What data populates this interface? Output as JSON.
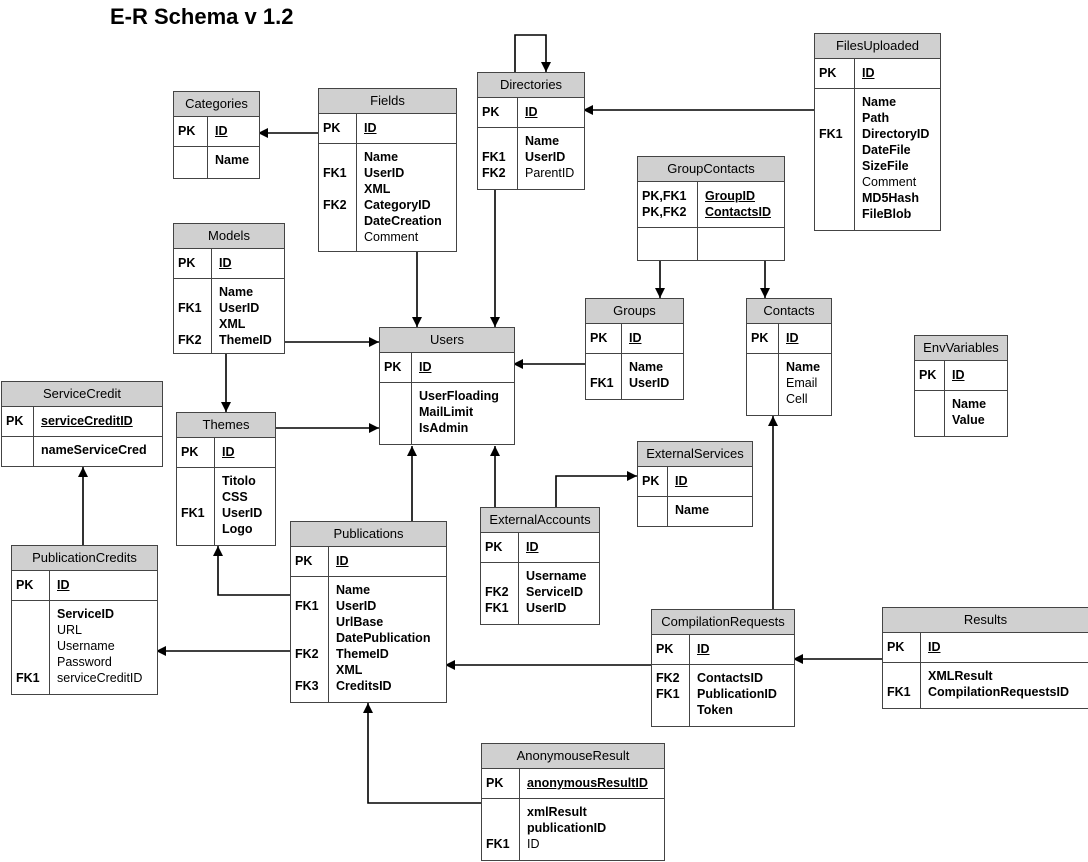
{
  "title": "E-R Schema v 1.2",
  "entities": {
    "categories": {
      "name": "Categories",
      "pk": [
        {
          "key": "PK",
          "attr": "ID"
        }
      ],
      "fields": [
        {
          "key": "",
          "attr": "Name",
          "bold": true
        }
      ]
    },
    "fields": {
      "name": "Fields",
      "pk": [
        {
          "key": "PK",
          "attr": "ID"
        }
      ],
      "fields": [
        {
          "key": "",
          "attr": "Name",
          "bold": true
        },
        {
          "key": "FK1",
          "attr": "UserID",
          "bold": true
        },
        {
          "key": "",
          "attr": "XML",
          "bold": true
        },
        {
          "key": "FK2",
          "attr": "CategoryID",
          "bold": true
        },
        {
          "key": "",
          "attr": "DateCreation",
          "bold": true
        },
        {
          "key": "",
          "attr": "Comment",
          "bold": false
        }
      ]
    },
    "directories": {
      "name": "Directories",
      "pk": [
        {
          "key": "PK",
          "attr": "ID"
        }
      ],
      "fields": [
        {
          "key": "",
          "attr": "Name",
          "bold": true
        },
        {
          "key": "FK1",
          "attr": "UserID",
          "bold": true
        },
        {
          "key": "FK2",
          "attr": "ParentID",
          "bold": false
        }
      ]
    },
    "filesuploaded": {
      "name": "FilesUploaded",
      "pk": [
        {
          "key": "PK",
          "attr": "ID"
        }
      ],
      "fields": [
        {
          "key": "",
          "attr": "Name",
          "bold": true
        },
        {
          "key": "",
          "attr": "Path",
          "bold": true
        },
        {
          "key": "FK1",
          "attr": "DirectoryID",
          "bold": true
        },
        {
          "key": "",
          "attr": "DateFile",
          "bold": true
        },
        {
          "key": "",
          "attr": "SizeFile",
          "bold": true
        },
        {
          "key": "",
          "attr": "Comment",
          "bold": false
        },
        {
          "key": "",
          "attr": "MD5Hash",
          "bold": true
        },
        {
          "key": "",
          "attr": "FileBlob",
          "bold": true
        }
      ]
    },
    "groupcontacts": {
      "name": "GroupContacts",
      "pk": [
        {
          "key": "PK,FK1",
          "attr": "GroupID"
        },
        {
          "key": "PK,FK2",
          "attr": "ContactsID"
        }
      ],
      "fields": []
    },
    "models": {
      "name": "Models",
      "pk": [
        {
          "key": "PK",
          "attr": "ID"
        }
      ],
      "fields": [
        {
          "key": "",
          "attr": "Name",
          "bold": true
        },
        {
          "key": "FK1",
          "attr": "UserID",
          "bold": true
        },
        {
          "key": "",
          "attr": "XML",
          "bold": true
        },
        {
          "key": "FK2",
          "attr": "ThemeID",
          "bold": true
        }
      ]
    },
    "users": {
      "name": "Users",
      "pk": [
        {
          "key": "PK",
          "attr": "ID"
        }
      ],
      "fields": [
        {
          "key": "",
          "attr": "UserFloading",
          "bold": true
        },
        {
          "key": "",
          "attr": "MailLimit",
          "bold": true
        },
        {
          "key": "",
          "attr": "IsAdmin",
          "bold": true
        }
      ]
    },
    "groups": {
      "name": "Groups",
      "pk": [
        {
          "key": "PK",
          "attr": "ID"
        }
      ],
      "fields": [
        {
          "key": "",
          "attr": "Name",
          "bold": true
        },
        {
          "key": "FK1",
          "attr": "UserID",
          "bold": true
        }
      ]
    },
    "contacts": {
      "name": "Contacts",
      "pk": [
        {
          "key": "PK",
          "attr": "ID"
        }
      ],
      "fields": [
        {
          "key": "",
          "attr": "Name",
          "bold": true
        },
        {
          "key": "",
          "attr": "Email",
          "bold": false
        },
        {
          "key": "",
          "attr": "Cell",
          "bold": false
        }
      ]
    },
    "envvariables": {
      "name": "EnvVariables",
      "pk": [
        {
          "key": "PK",
          "attr": "ID"
        }
      ],
      "fields": [
        {
          "key": "",
          "attr": "Name",
          "bold": true
        },
        {
          "key": "",
          "attr": "Value",
          "bold": true
        }
      ]
    },
    "servicecredit": {
      "name": "ServiceCredit",
      "pk": [
        {
          "key": "PK",
          "attr": "serviceCreditID"
        }
      ],
      "fields": [
        {
          "key": "",
          "attr": "nameServiceCred",
          "bold": true
        }
      ]
    },
    "themes": {
      "name": "Themes",
      "pk": [
        {
          "key": "PK",
          "attr": "ID"
        }
      ],
      "fields": [
        {
          "key": "",
          "attr": "Titolo",
          "bold": true
        },
        {
          "key": "",
          "attr": "CSS",
          "bold": true
        },
        {
          "key": "FK1",
          "attr": "UserID",
          "bold": true
        },
        {
          "key": "",
          "attr": "Logo",
          "bold": true
        }
      ]
    },
    "externalservices": {
      "name": "ExternalServices",
      "pk": [
        {
          "key": "PK",
          "attr": "ID"
        }
      ],
      "fields": [
        {
          "key": "",
          "attr": "Name",
          "bold": true
        }
      ]
    },
    "externalaccounts": {
      "name": "ExternalAccounts",
      "pk": [
        {
          "key": "PK",
          "attr": "ID"
        }
      ],
      "fields": [
        {
          "key": "",
          "attr": "Username",
          "bold": true
        },
        {
          "key": "FK2",
          "attr": "ServiceID",
          "bold": true
        },
        {
          "key": "FK1",
          "attr": "UserID",
          "bold": true
        }
      ]
    },
    "publications": {
      "name": "Publications",
      "pk": [
        {
          "key": "PK",
          "attr": "ID"
        }
      ],
      "fields": [
        {
          "key": "",
          "attr": "Name",
          "bold": true
        },
        {
          "key": "FK1",
          "attr": "UserID",
          "bold": true
        },
        {
          "key": "",
          "attr": "UrlBase",
          "bold": true
        },
        {
          "key": "",
          "attr": "DatePublication",
          "bold": true
        },
        {
          "key": "FK2",
          "attr": "ThemeID",
          "bold": true
        },
        {
          "key": "",
          "attr": "XML",
          "bold": true
        },
        {
          "key": "FK3",
          "attr": "CreditsID",
          "bold": true
        }
      ]
    },
    "publicationcredits": {
      "name": "PublicationCredits",
      "pk": [
        {
          "key": "PK",
          "attr": "ID"
        }
      ],
      "fields": [
        {
          "key": "",
          "attr": "ServiceID",
          "bold": true
        },
        {
          "key": "",
          "attr": "URL",
          "bold": false
        },
        {
          "key": "",
          "attr": "Username",
          "bold": false
        },
        {
          "key": "",
          "attr": "Password",
          "bold": false
        },
        {
          "key": "FK1",
          "attr": "serviceCreditID",
          "bold": false
        }
      ]
    },
    "compilationrequests": {
      "name": "CompilationRequests",
      "pk": [
        {
          "key": "PK",
          "attr": "ID"
        }
      ],
      "fields": [
        {
          "key": "FK2",
          "attr": "ContactsID",
          "bold": true
        },
        {
          "key": "FK1",
          "attr": "PublicationID",
          "bold": true
        },
        {
          "key": "",
          "attr": "Token",
          "bold": true
        }
      ]
    },
    "results": {
      "name": "Results",
      "pk": [
        {
          "key": "PK",
          "attr": "ID"
        }
      ],
      "fields": [
        {
          "key": "",
          "attr": "XMLResult",
          "bold": true
        },
        {
          "key": "FK1",
          "attr": "CompilationRequestsID",
          "bold": true
        }
      ]
    },
    "anonymouseresult": {
      "name": "AnonymouseResult",
      "pk": [
        {
          "key": "PK",
          "attr": "anonymousResultID"
        }
      ],
      "fields": [
        {
          "key": "",
          "attr": "xmlResult",
          "bold": true
        },
        {
          "key": "",
          "attr": "publicationID",
          "bold": true
        },
        {
          "key": "FK1",
          "attr": "ID",
          "bold": false
        }
      ]
    }
  },
  "relationships": [
    {
      "from": "fields",
      "to": "categories"
    },
    {
      "from": "fields",
      "to": "users"
    },
    {
      "from": "directories",
      "to": "directories"
    },
    {
      "from": "directories",
      "to": "users"
    },
    {
      "from": "filesuploaded",
      "to": "directories"
    },
    {
      "from": "groupcontacts",
      "to": "groups"
    },
    {
      "from": "groupcontacts",
      "to": "contacts"
    },
    {
      "from": "models",
      "to": "users"
    },
    {
      "from": "models",
      "to": "themes"
    },
    {
      "from": "groups",
      "to": "users"
    },
    {
      "from": "themes",
      "to": "users"
    },
    {
      "from": "publications",
      "to": "users"
    },
    {
      "from": "publications",
      "to": "themes"
    },
    {
      "from": "publications",
      "to": "publicationcredits"
    },
    {
      "from": "externalaccounts",
      "to": "users"
    },
    {
      "from": "externalaccounts",
      "to": "externalservices"
    },
    {
      "from": "publicationcredits",
      "to": "servicecredit"
    },
    {
      "from": "compilationrequests",
      "to": "publications"
    },
    {
      "from": "compilationrequests",
      "to": "contacts"
    },
    {
      "from": "results",
      "to": "compilationrequests"
    },
    {
      "from": "anonymouseresult",
      "to": "publications"
    }
  ]
}
